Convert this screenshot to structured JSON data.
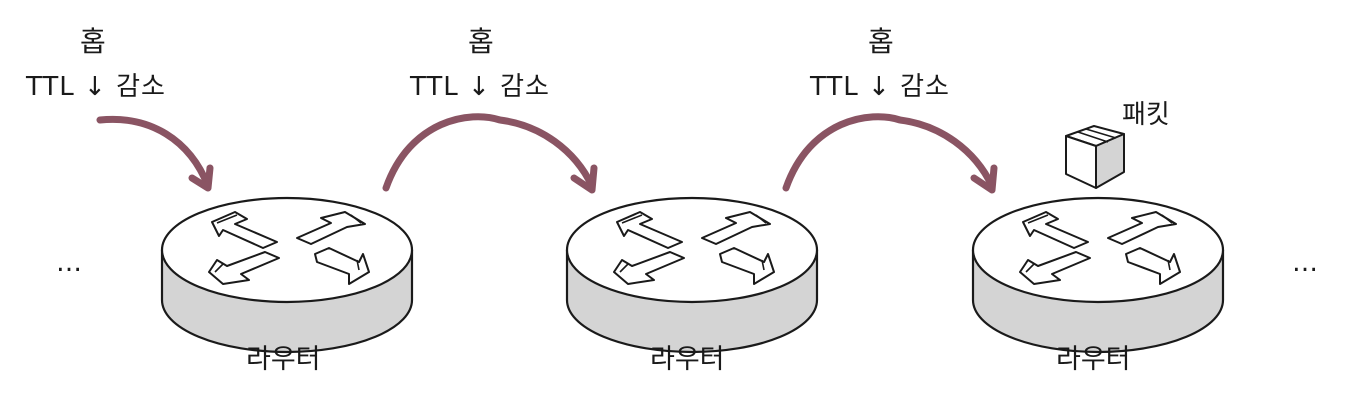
{
  "colors": {
    "arrow": "#8a5463",
    "router_top": "#ffffff",
    "router_side": "#d4d4d4",
    "stroke": "#1a1a1a"
  },
  "hops": [
    {
      "title": "홉",
      "text": "TTL ↓ 감소"
    },
    {
      "title": "홉",
      "text": "TTL ↓ 감소"
    },
    {
      "title": "홉",
      "text": "TTL ↓ 감소"
    }
  ],
  "routers": [
    {
      "label": "라우터"
    },
    {
      "label": "라우터"
    },
    {
      "label": "라우터"
    }
  ],
  "packet": {
    "label": "패킷",
    "icon": "box-icon"
  },
  "ellipsis_left": "…",
  "ellipsis_right": "…"
}
